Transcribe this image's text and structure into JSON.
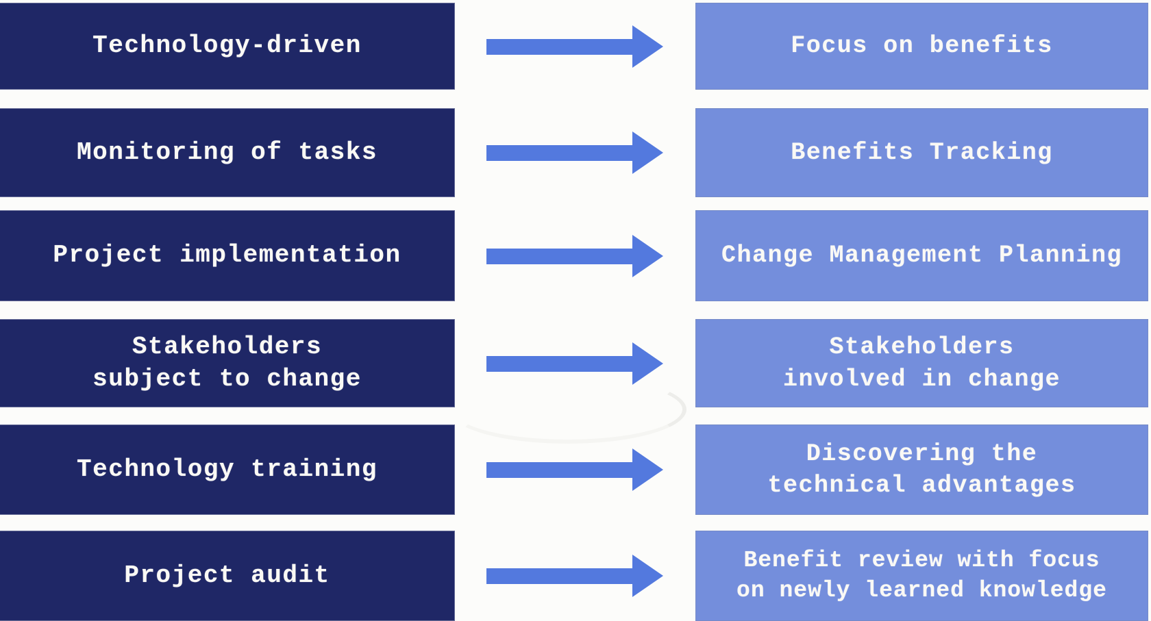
{
  "diagram": {
    "rows": [
      {
        "left_lines": [
          "Technology-driven"
        ],
        "right_lines": [
          "Focus on benefits"
        ]
      },
      {
        "left_lines": [
          "Monitoring of tasks"
        ],
        "right_lines": [
          "Benefits Tracking"
        ]
      },
      {
        "left_lines": [
          "Project implementation"
        ],
        "right_lines": [
          "Change Management Planning"
        ]
      },
      {
        "left_lines": [
          "Stakeholders",
          "subject to change"
        ],
        "right_lines": [
          "Stakeholders",
          "involved in change"
        ]
      },
      {
        "left_lines": [
          "Technology training"
        ],
        "right_lines": [
          "Discovering the",
          "technical advantages"
        ]
      },
      {
        "left_lines": [
          "Project audit"
        ],
        "right_lines": [
          "Benefit review with focus",
          "on newly learned knowledge"
        ]
      }
    ],
    "arrow_icon": "right-arrow",
    "colors": {
      "left_box": "#1F2766",
      "right_box": "#748EDC",
      "arrow": "#5379DE",
      "label_text": "#FAF9F5",
      "background": "#FCFCFA"
    }
  }
}
